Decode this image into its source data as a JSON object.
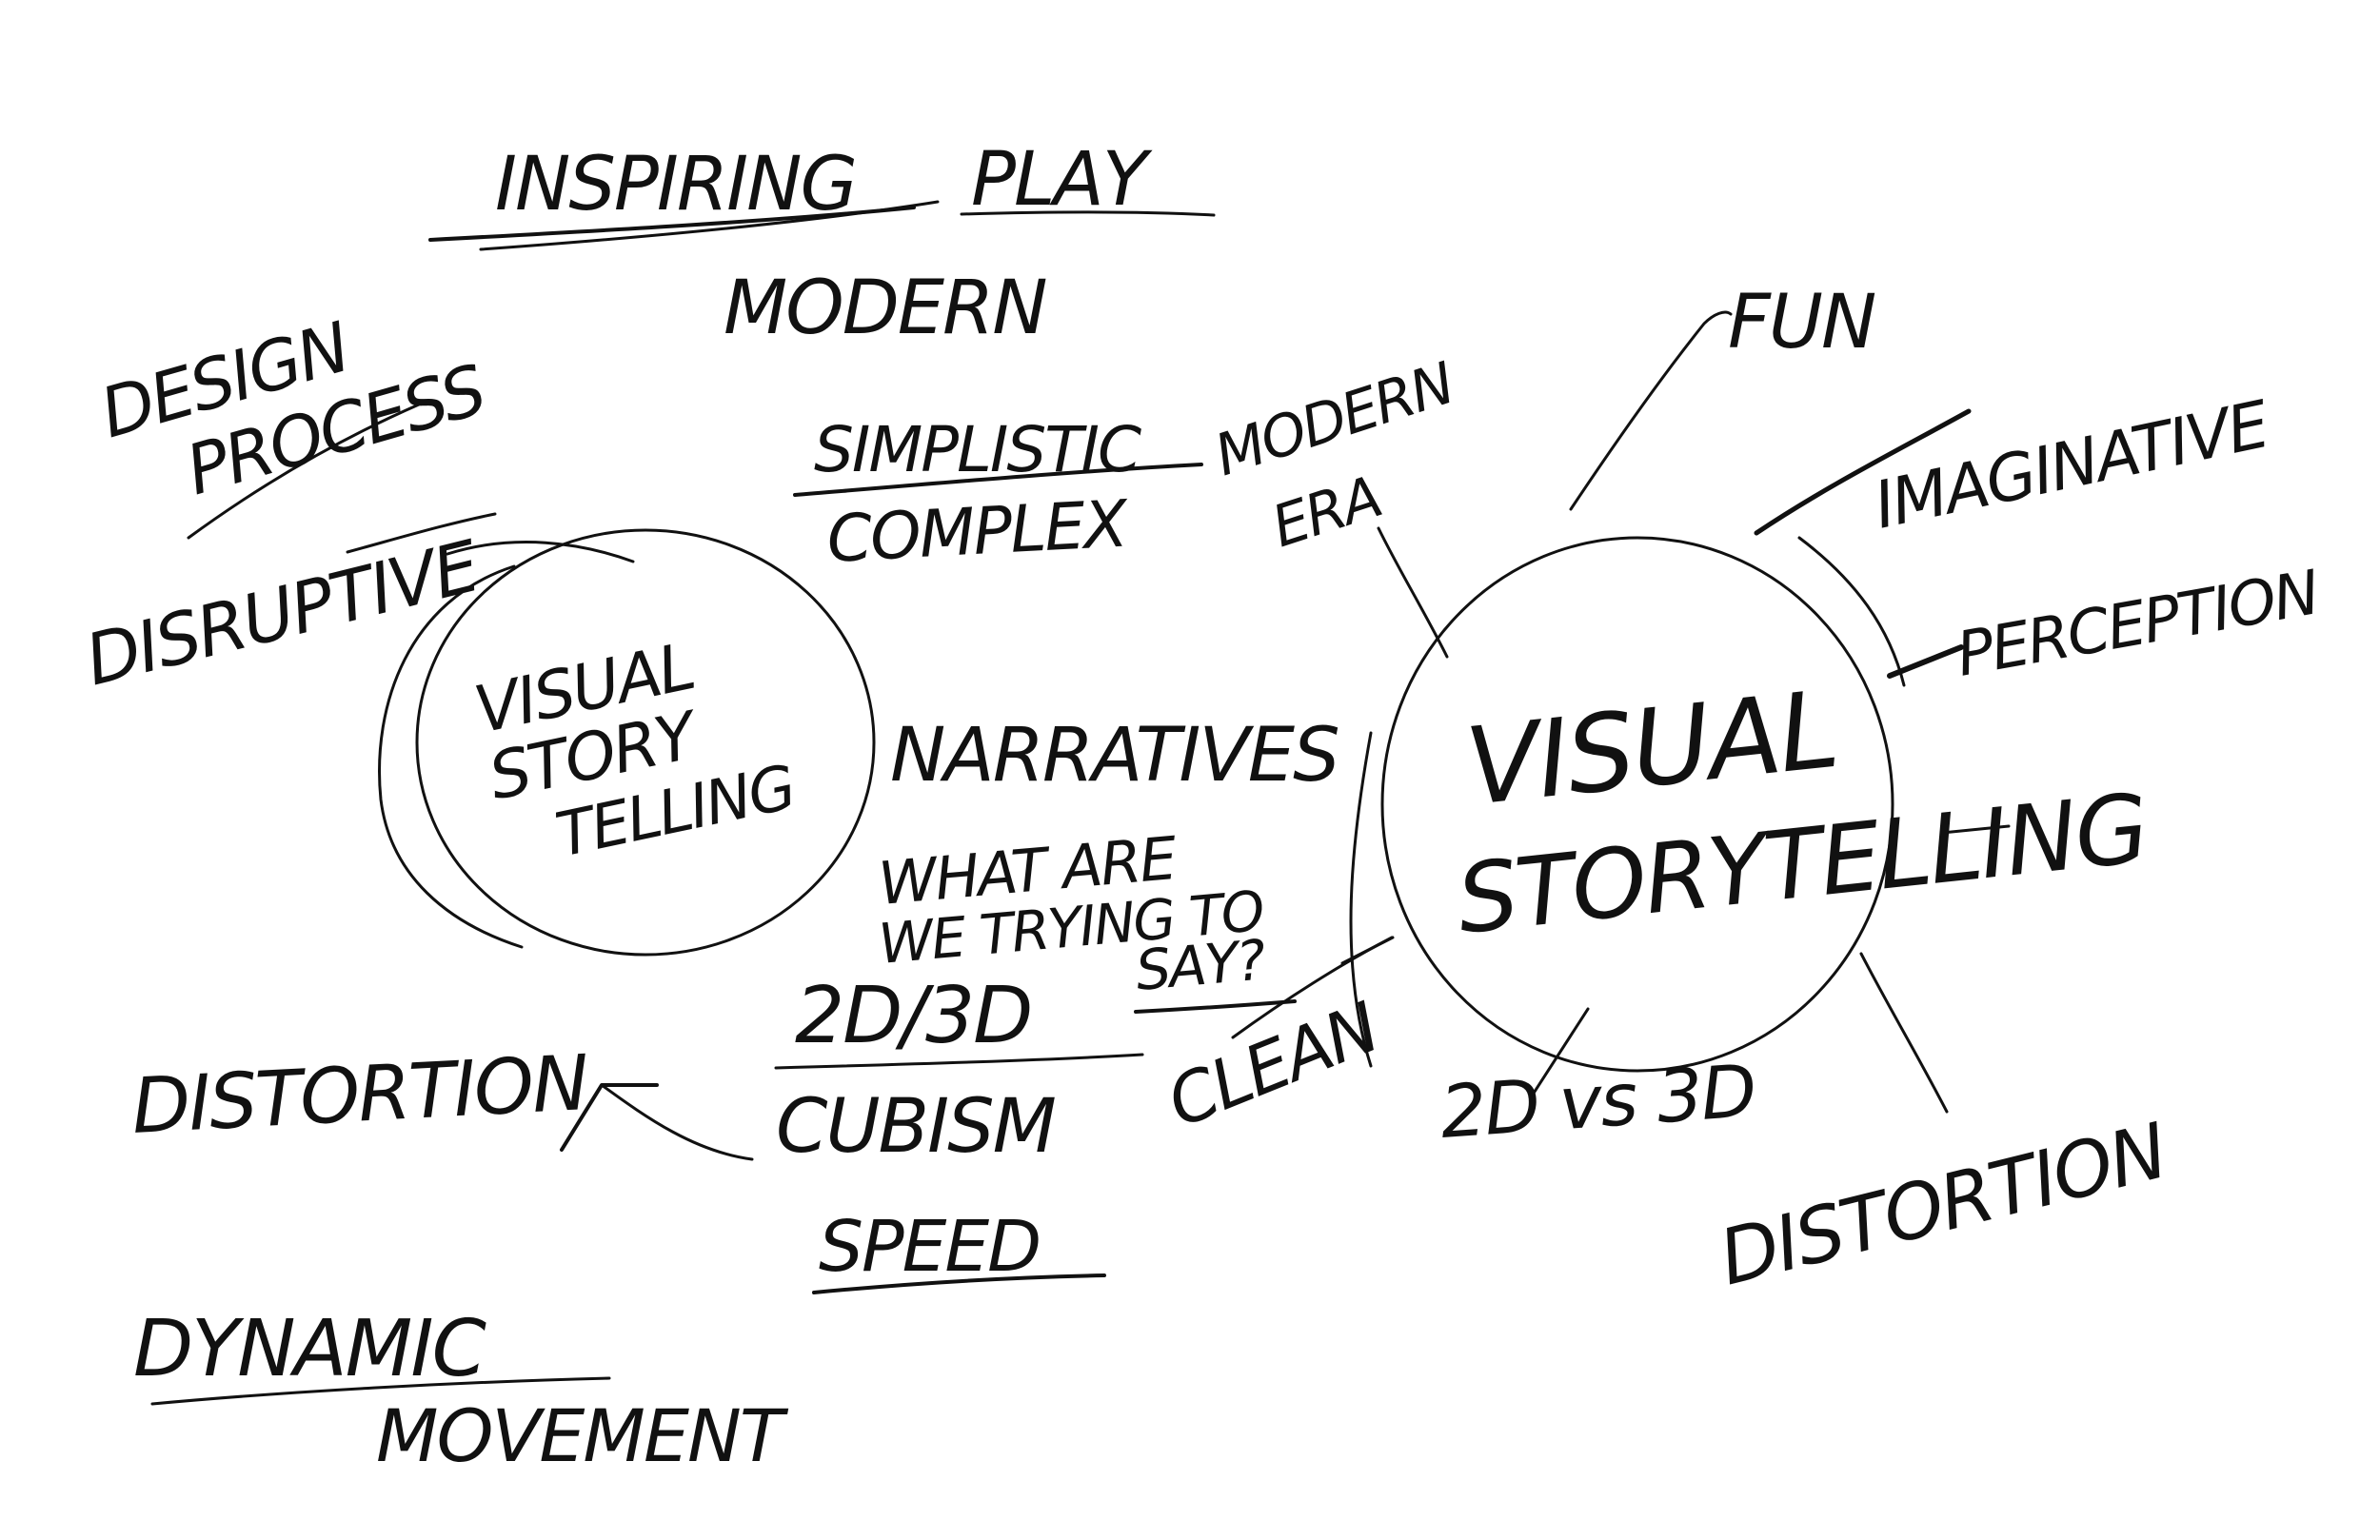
{
  "colors": {
    "ink": "#111111",
    "paper": "#ffffff"
  },
  "left_cluster": {
    "center": [
      "VISUAL",
      "STORY",
      "TELLING"
    ],
    "words": {
      "inspiring": "INSPIRING",
      "play": "PLAY",
      "modern_top": "MODERN",
      "design": "DESIGN",
      "process": "PROCESS",
      "disruptive": "DISRUPTIVE",
      "simplistic": "SIMPLISTIC",
      "complex": "COMPLEX",
      "narratives": "NARRATIVES",
      "what_are": "WHAT ARE",
      "we_trying_to": "WE TRYING TO",
      "say": "SAY?",
      "two_d_three_d": "2D/3D",
      "cubism": "CUBISM",
      "distortion": "DISTORTION",
      "speed": "SPEED",
      "dynamic": "DYNAMIC",
      "movement": "MOVEMENT"
    }
  },
  "right_cluster": {
    "center": [
      "VISUAL",
      "STORYTELLING"
    ],
    "branches": {
      "fun": "FUN",
      "imaginative": "IMAGINATIVE",
      "perception": "PERCEPTION",
      "modern_era_1": "MODERN",
      "modern_era_2": "ERA",
      "clean": "CLEAN",
      "two_d_vs_three_d": "2D vs 3D",
      "distortion": "DISTORTION"
    }
  }
}
